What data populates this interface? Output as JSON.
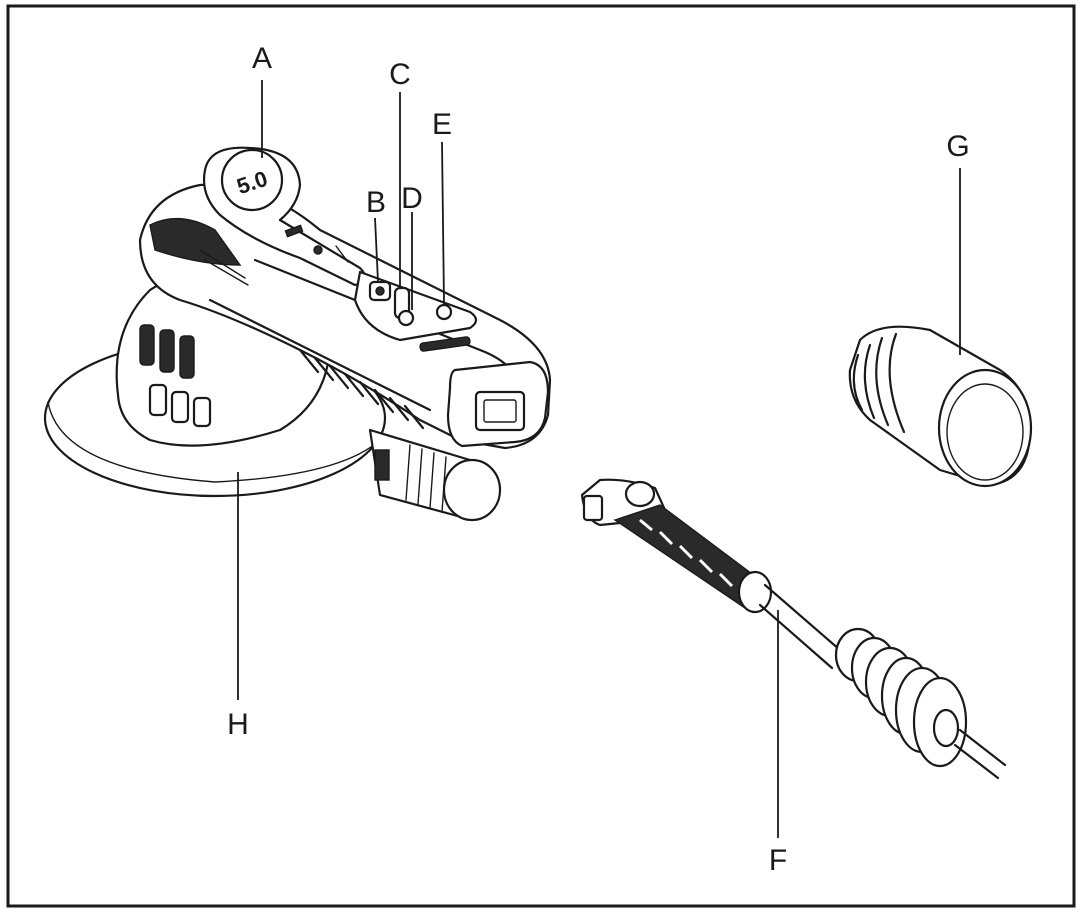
{
  "callouts": [
    {
      "id": "A",
      "label": "A"
    },
    {
      "id": "B",
      "label": "B"
    },
    {
      "id": "C",
      "label": "C"
    },
    {
      "id": "D",
      "label": "D"
    },
    {
      "id": "E",
      "label": "E"
    },
    {
      "id": "F",
      "label": "F"
    },
    {
      "id": "G",
      "label": "G"
    },
    {
      "id": "H",
      "label": "H"
    }
  ],
  "tool": {
    "speed_dial_marking": "5.0"
  },
  "colors": {
    "line": "#1a1a1a",
    "background": "#ffffff",
    "frame": "#1a1a1a"
  }
}
